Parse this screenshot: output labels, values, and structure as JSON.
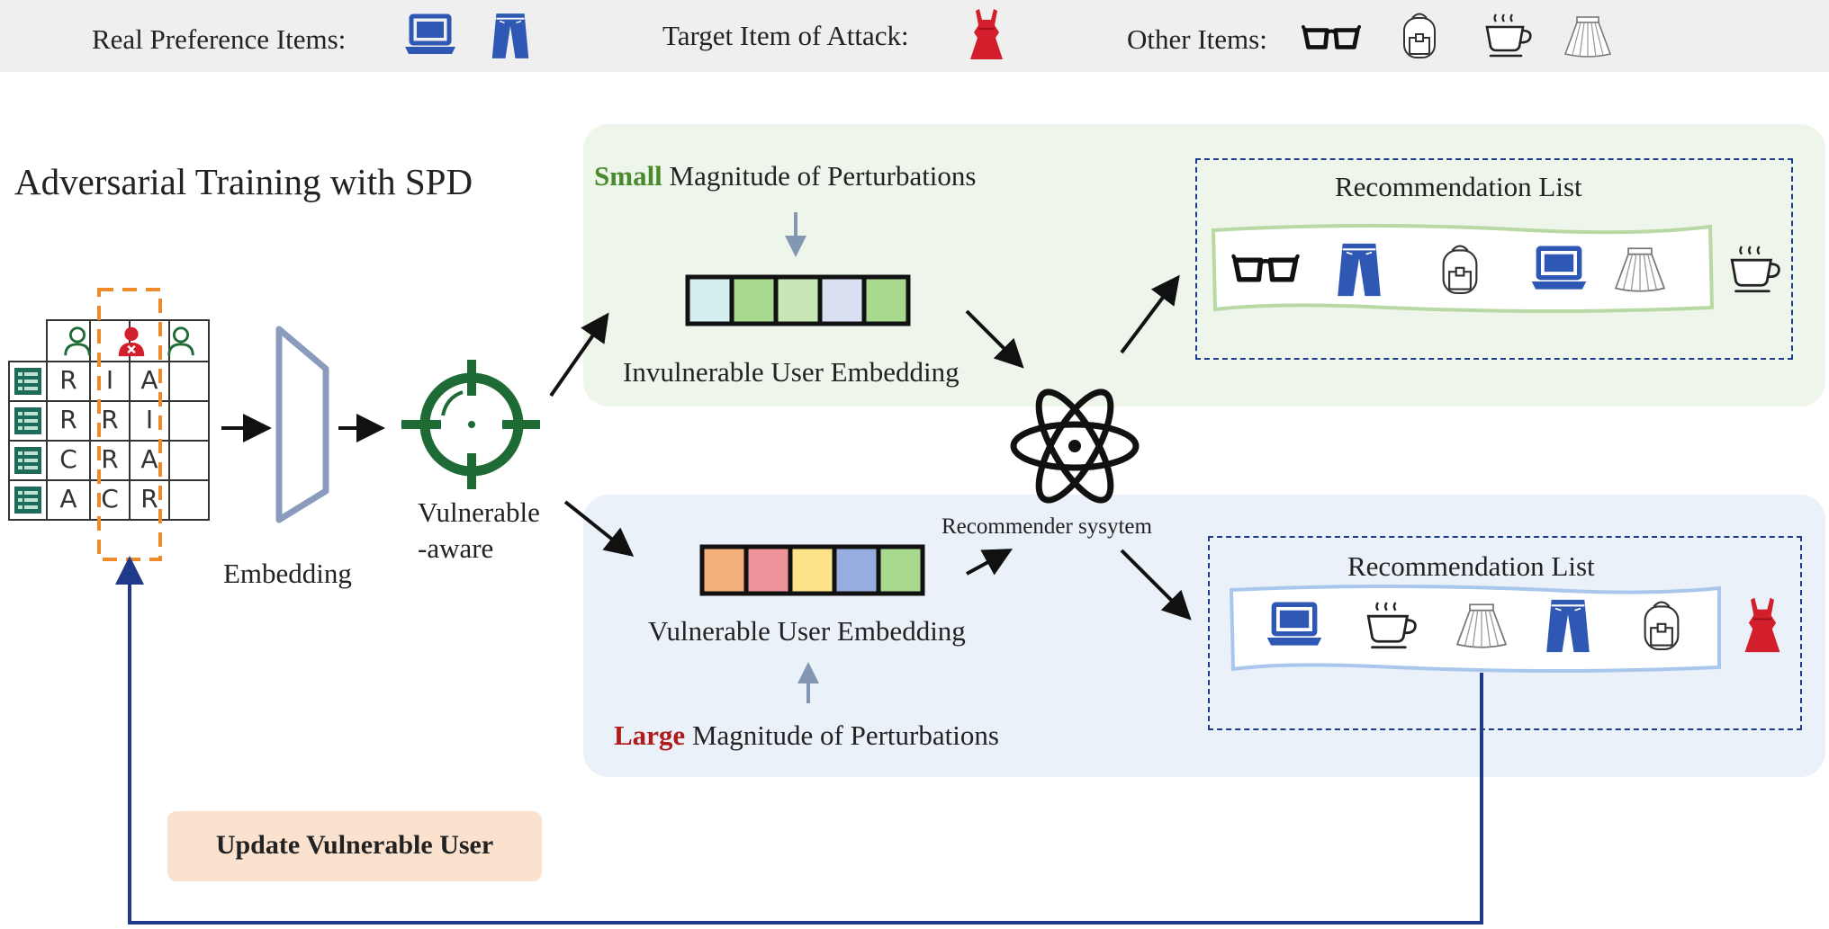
{
  "legend": {
    "real_label": "Real Preference Items:",
    "real_icons": [
      "laptop-icon",
      "jeans-icon"
    ],
    "target_label": "Target Item of Attack:",
    "target_icons": [
      "dress-icon"
    ],
    "other_label": "Other Items:",
    "other_icons": [
      "glasses-icon",
      "backpack-icon",
      "cup-icon",
      "skirt-icon"
    ]
  },
  "title": "Adversarial Training with SPD",
  "matrix": {
    "rows": [
      [
        "R",
        "I",
        "A"
      ],
      [
        "R",
        "R",
        "I"
      ],
      [
        "C",
        "R",
        "A"
      ],
      [
        "A",
        "C",
        "R"
      ]
    ],
    "user_icons": [
      "user-icon",
      "attacked-user-icon",
      "user-icon"
    ],
    "item_icon": "item-list-icon"
  },
  "embedding_label": "Embedding",
  "vulnerable_label_line1": "Vulnerable",
  "vulnerable_label_line2": "-aware",
  "top": {
    "magnitude_word": "Small",
    "magnitude_rest": " Magnitude of  Perturbations",
    "embedding_label": "Invulnerable User Embedding",
    "embedding_colors": [
      "#d5eef0",
      "#a8d98e",
      "#c9e6b7",
      "#d8e0f2",
      "#a9d98f"
    ],
    "rec_title": "Recommendation List",
    "rec_items": [
      "glasses-icon",
      "jeans-icon",
      "backpack-icon",
      "laptop-icon",
      "skirt-icon",
      "cup-icon"
    ]
  },
  "bottom": {
    "magnitude_word": "Large",
    "magnitude_rest": " Magnitude of  Perturbations",
    "embedding_label": "Vulnerable User Embedding",
    "embedding_colors": [
      "#f4b07a",
      "#ee939a",
      "#fde28a",
      "#97addf",
      "#a9d98f"
    ],
    "rec_title": "Recommendation List",
    "rec_items": [
      "laptop-icon",
      "cup-icon",
      "skirt-icon",
      "jeans-icon",
      "backpack-icon",
      "dress-icon"
    ]
  },
  "recommender_label": "Recommender sysytem",
  "update_label": "Update Vulnerable User",
  "colors": {
    "blue_item": "#2f58b4",
    "red_item": "#d21f2b",
    "crosshair": "#1e6b35",
    "orange_dash": "#ef8a2a",
    "feedback_line": "#1f3a8a",
    "legend_bg": "#efefef"
  }
}
